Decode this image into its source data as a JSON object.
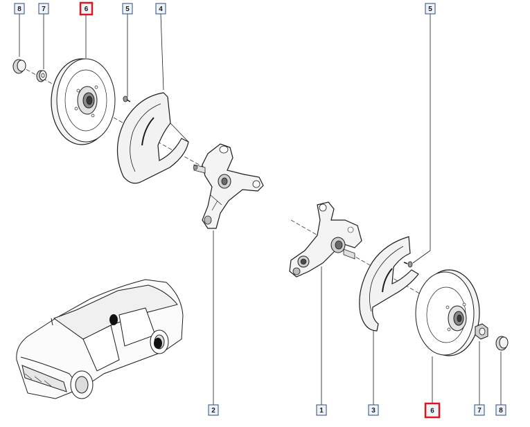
{
  "diagram": {
    "callouts": [
      {
        "id": "c8-top",
        "label": "8",
        "highlight": false
      },
      {
        "id": "c7-top",
        "label": "7",
        "highlight": false
      },
      {
        "id": "c6-top",
        "label": "6",
        "highlight": true
      },
      {
        "id": "c5-top-left",
        "label": "5",
        "highlight": false
      },
      {
        "id": "c4-top",
        "label": "4",
        "highlight": false
      },
      {
        "id": "c5-top-right",
        "label": "5",
        "highlight": false
      },
      {
        "id": "c2-bottom",
        "label": "2",
        "highlight": false
      },
      {
        "id": "c1-bottom",
        "label": "1",
        "highlight": false
      },
      {
        "id": "c3-bottom",
        "label": "3",
        "highlight": false
      },
      {
        "id": "c6-bottom",
        "label": "6",
        "highlight": true
      },
      {
        "id": "c7-bottom",
        "label": "7",
        "highlight": false
      },
      {
        "id": "c8-bottom",
        "label": "8",
        "highlight": false
      }
    ],
    "colors": {
      "highlight_border": "#e0141e",
      "normal_border": "#2a4a7a",
      "callout_fill": "#eef3fa",
      "line": "#1a1a1a",
      "part_fill": "#f4f4f4",
      "part_shade": "#c8c8c8"
    }
  }
}
